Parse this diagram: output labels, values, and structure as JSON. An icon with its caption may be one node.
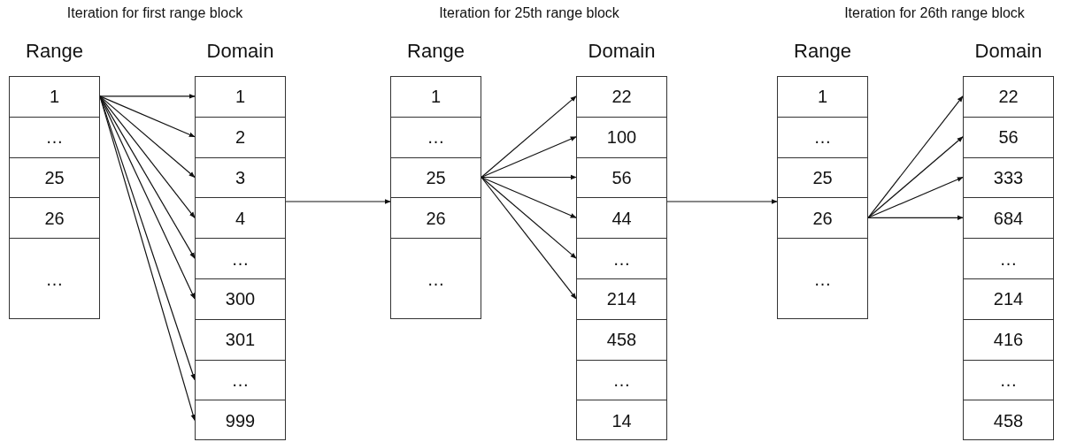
{
  "diagram": {
    "nodes": [
      {
        "text": [
          "Range"
        ]
      },
      {
        "text": [
          "1"
        ],
        "in": 0
      },
      {
        "text": [
          "…"
        ],
        "in": 0
      },
      {
        "text": [
          "25"
        ],
        "in": 0
      },
      {
        "text": [
          "26"
        ],
        "in": 0
      },
      {
        "text": [
          "…"
        ],
        "in": 0
      },
      {
        "text": [
          "Domain"
        ]
      },
      {
        "text": [
          "1"
        ],
        "in": 6
      },
      {
        "text": [
          "2"
        ],
        "in": 6
      },
      {
        "text": [
          "3"
        ],
        "in": 6
      },
      {
        "text": [
          "4"
        ],
        "in": 6
      },
      {
        "text": [
          "…"
        ],
        "in": 6
      },
      {
        "text": [
          "300"
        ],
        "in": 6
      },
      {
        "text": [
          "301"
        ],
        "in": 6
      },
      {
        "text": [
          "…"
        ],
        "in": 6
      },
      {
        "text": [
          "999"
        ],
        "in": 6
      },
      {
        "text": [
          "Range"
        ]
      },
      {
        "text": [
          "1"
        ],
        "in": 16
      },
      {
        "text": [
          "…"
        ],
        "in": 16
      },
      {
        "text": [
          "25"
        ],
        "in": 16
      },
      {
        "text": [
          "26"
        ],
        "in": 16
      },
      {
        "text": [
          "…"
        ],
        "in": 16
      },
      {
        "text": [
          "Domain"
        ]
      },
      {
        "text": [
          "22"
        ],
        "in": 22
      },
      {
        "text": [
          "100"
        ],
        "in": 22
      },
      {
        "text": [
          "56"
        ],
        "in": 22
      },
      {
        "text": [
          "44"
        ],
        "in": 22
      },
      {
        "text": [
          "…"
        ],
        "in": 22
      },
      {
        "text": [
          "214"
        ],
        "in": 22
      },
      {
        "text": [
          "458"
        ],
        "in": 22
      },
      {
        "text": [
          "…"
        ],
        "in": 22
      },
      {
        "text": [
          "14"
        ],
        "in": 22
      },
      {
        "text": [
          "Range"
        ]
      },
      {
        "text": [
          "1"
        ],
        "in": 32
      },
      {
        "text": [
          "…"
        ],
        "in": 32
      },
      {
        "text": [
          "25"
        ],
        "in": 32
      },
      {
        "text": [
          "26"
        ],
        "in": 32
      },
      {
        "text": [
          "…"
        ],
        "in": 32
      },
      {
        "text": [
          "Domain"
        ]
      },
      {
        "text": [
          "22"
        ],
        "in": 38
      },
      {
        "text": [
          "56"
        ],
        "in": 38
      },
      {
        "text": [
          "333"
        ],
        "in": 38
      },
      {
        "text": [
          "684"
        ],
        "in": 38
      },
      {
        "text": [
          "…"
        ],
        "in": 38
      },
      {
        "text": [
          "214"
        ],
        "in": 38
      },
      {
        "text": [
          "416"
        ],
        "in": 38
      },
      {
        "text": [
          "…"
        ],
        "in": 38
      },
      {
        "text": [
          "458"
        ],
        "in": 38
      }
    ],
    "edges": [
      {
        "from": 1,
        "to": 7,
        "arrow": "to"
      },
      {
        "from": 1,
        "to": 8,
        "arrow": "to"
      },
      {
        "from": 1,
        "to": 9,
        "arrow": "to"
      },
      {
        "from": 1,
        "to": 10,
        "arrow": "to"
      },
      {
        "from": 1,
        "to": 11,
        "arrow": "to"
      },
      {
        "from": 1,
        "to": 12,
        "arrow": "to"
      },
      {
        "from": 1,
        "to": 14,
        "arrow": "to"
      },
      {
        "from": 1,
        "to": 15,
        "arrow": "to"
      },
      {
        "from": 6,
        "to": 16,
        "arrow": "to"
      },
      {
        "from": 19,
        "to": 23,
        "arrow": "to"
      },
      {
        "from": 19,
        "to": 24,
        "arrow": "to"
      },
      {
        "from": 19,
        "to": 25,
        "arrow": "to"
      },
      {
        "from": 19,
        "to": 26,
        "arrow": "to"
      },
      {
        "from": 19,
        "to": 27,
        "arrow": "to"
      },
      {
        "from": 19,
        "to": 28,
        "arrow": "to"
      },
      {
        "from": 22,
        "to": 32,
        "arrow": "to"
      },
      {
        "from": 36,
        "to": 39,
        "arrow": "to"
      },
      {
        "from": 36,
        "to": 40,
        "arrow": "to"
      },
      {
        "from": 36,
        "to": 41,
        "arrow": "to"
      },
      {
        "from": 36,
        "to": 42,
        "arrow": "to"
      }
    ],
    "labels": [
      "Iteration for first range block",
      "Iteration for 25th range block",
      "Iteration for 26th range block"
    ]
  }
}
